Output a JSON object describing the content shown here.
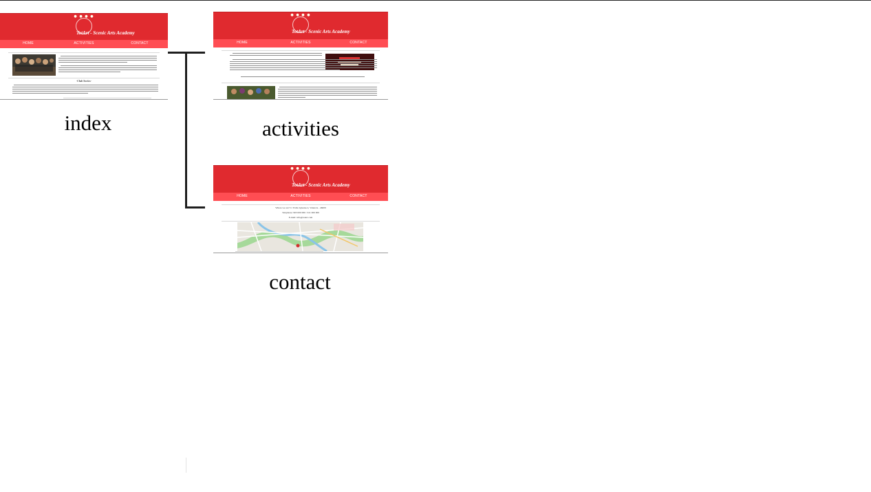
{
  "site": {
    "title": "TotArt - Scenic Arts Academy",
    "nav": [
      "HOME",
      "ACTIVITIES",
      "CONTACT"
    ],
    "brand_color": "#e02a2f",
    "nav_color": "#ff4d53"
  },
  "pages": {
    "index": {
      "label": "index",
      "section_heading": "-Club Socios-"
    },
    "activities": {
      "label": "activities"
    },
    "contact": {
      "label": "contact",
      "lines": [
        "Where we are? C/ Pablo Iglesias 4, Valencia - 46009",
        "Telephone: 963 000 000 / 611 000 000",
        "E-mail: info@totart.com"
      ]
    }
  },
  "diagram": {
    "connector_color": "#1e1e1e",
    "icons": [
      "academy-logo-icon",
      "map-pin-icon"
    ]
  }
}
